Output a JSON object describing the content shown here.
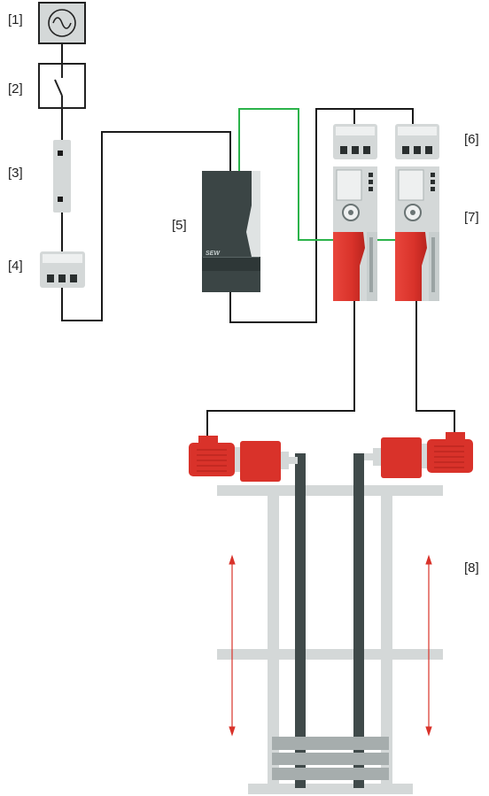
{
  "labels": {
    "l1": "[1]",
    "l2": "[2]",
    "l3": "[3]",
    "l4": "[4]",
    "l5": "[5]",
    "l6": "[6]",
    "l7": "[7]",
    "l8": "[8]"
  },
  "brand": "SEW",
  "colors": {
    "wire": "#1a1a1a",
    "bus": "#2bb34a",
    "drive_red": "#d9322a",
    "dark_unit": "#3b4545",
    "light_gray": "#d4d8d8",
    "post_dark": "#404a4a"
  }
}
